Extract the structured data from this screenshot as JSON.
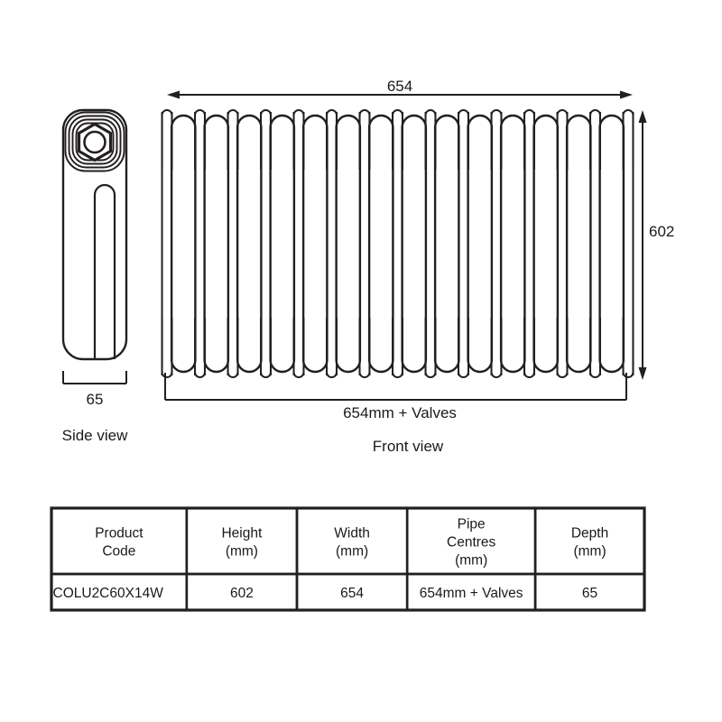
{
  "drawing": {
    "type": "technical-drawing",
    "subject": "column radiator dimensional drawing",
    "line_color": "#231f20",
    "background_color": "#ffffff"
  },
  "front_view": {
    "label": "Front view",
    "width_dimension": "654",
    "height_dimension": "602",
    "pipe_centres_dimension": "654mm + Valves",
    "column_count": 14
  },
  "side_view": {
    "label": "Side view",
    "depth_dimension": "65"
  },
  "table": {
    "headers": [
      "Product\nCode",
      "Height\n(mm)",
      "Width\n(mm)",
      "Pipe\nCentres\n(mm)",
      "Depth\n(mm)"
    ],
    "header_lines": [
      [
        "Product",
        "Code"
      ],
      [
        "Height",
        "(mm)"
      ],
      [
        "Width",
        "(mm)"
      ],
      [
        "Pipe",
        "Centres",
        "(mm)"
      ],
      [
        "Depth",
        "(mm)"
      ]
    ],
    "rows": [
      {
        "product_code": "COLU2C60X14W",
        "height_mm": "602",
        "width_mm": "654",
        "pipe_centres_mm": "654mm + Valves",
        "depth_mm": "65"
      }
    ]
  }
}
